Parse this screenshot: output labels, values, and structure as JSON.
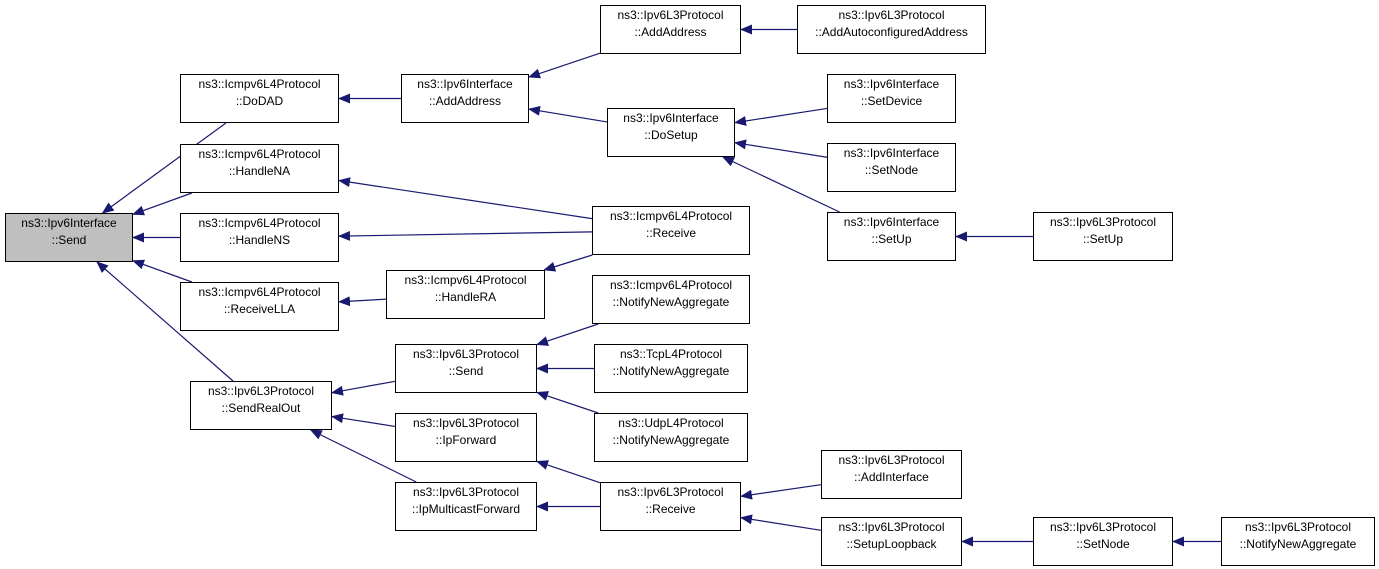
{
  "colors": {
    "edge": "#191970",
    "highlight_fill": "#bfbfbf",
    "node_border": "#000000"
  },
  "nodes": [
    {
      "id": "ipv6if_send",
      "line1": "ns3::Ipv6Interface",
      "line2": "::Send",
      "highlight": true
    },
    {
      "id": "icmp_dodad",
      "line1": "ns3::Icmpv6L4Protocol",
      "line2": "::DoDAD"
    },
    {
      "id": "icmp_handlena",
      "line1": "ns3::Icmpv6L4Protocol",
      "line2": "::HandleNA"
    },
    {
      "id": "icmp_handlens",
      "line1": "ns3::Icmpv6L4Protocol",
      "line2": "::HandleNS"
    },
    {
      "id": "icmp_receivella",
      "line1": "ns3::Icmpv6L4Protocol",
      "line2": "::ReceiveLLA"
    },
    {
      "id": "l3_sendrealout",
      "line1": "ns3::Ipv6L3Protocol",
      "line2": "::SendRealOut"
    },
    {
      "id": "ipv6if_addaddress",
      "line1": "ns3::Ipv6Interface",
      "line2": "::AddAddress"
    },
    {
      "id": "icmp_handlera",
      "line1": "ns3::Icmpv6L4Protocol",
      "line2": "::HandleRA"
    },
    {
      "id": "l3_send",
      "line1": "ns3::Ipv6L3Protocol",
      "line2": "::Send"
    },
    {
      "id": "l3_ipforward",
      "line1": "ns3::Ipv6L3Protocol",
      "line2": "::IpForward"
    },
    {
      "id": "l3_ipmulticastforward",
      "line1": "ns3::Ipv6L3Protocol",
      "line2": "::IpMulticastForward"
    },
    {
      "id": "l3_addaddress",
      "line1": "ns3::Ipv6L3Protocol",
      "line2": "::AddAddress"
    },
    {
      "id": "ipv6if_dosetup",
      "line1": "ns3::Ipv6Interface",
      "line2": "::DoSetup"
    },
    {
      "id": "icmp_receive",
      "line1": "ns3::Icmpv6L4Protocol",
      "line2": "::Receive"
    },
    {
      "id": "icmp_notify",
      "line1": "ns3::Icmpv6L4Protocol",
      "line2": "::NotifyNewAggregate"
    },
    {
      "id": "tcp_notify",
      "line1": "ns3::TcpL4Protocol",
      "line2": "::NotifyNewAggregate"
    },
    {
      "id": "udp_notify",
      "line1": "ns3::UdpL4Protocol",
      "line2": "::NotifyNewAggregate"
    },
    {
      "id": "l3_receive",
      "line1": "ns3::Ipv6L3Protocol",
      "line2": "::Receive"
    },
    {
      "id": "l3_addautoconf",
      "line1": "ns3::Ipv6L3Protocol",
      "line2": "::AddAutoconfiguredAddress"
    },
    {
      "id": "ipv6if_setdevice",
      "line1": "ns3::Ipv6Interface",
      "line2": "::SetDevice"
    },
    {
      "id": "ipv6if_setnode",
      "line1": "ns3::Ipv6Interface",
      "line2": "::SetNode"
    },
    {
      "id": "ipv6if_setup",
      "line1": "ns3::Ipv6Interface",
      "line2": "::SetUp"
    },
    {
      "id": "l3_addinterface",
      "line1": "ns3::Ipv6L3Protocol",
      "line2": "::AddInterface"
    },
    {
      "id": "l3_setuploopback",
      "line1": "ns3::Ipv6L3Protocol",
      "line2": "::SetupLoopback"
    },
    {
      "id": "l3_setup",
      "line1": "ns3::Ipv6L3Protocol",
      "line2": "::SetUp"
    },
    {
      "id": "l3_setnode",
      "line1": "ns3::Ipv6L3Protocol",
      "line2": "::SetNode"
    },
    {
      "id": "l3_notify",
      "line1": "ns3::Ipv6L3Protocol",
      "line2": "::NotifyNewAggregate"
    }
  ],
  "edges": [
    {
      "from": "icmp_dodad",
      "to": "ipv6if_send"
    },
    {
      "from": "icmp_handlena",
      "to": "ipv6if_send"
    },
    {
      "from": "icmp_handlens",
      "to": "ipv6if_send"
    },
    {
      "from": "icmp_receivella",
      "to": "ipv6if_send"
    },
    {
      "from": "l3_sendrealout",
      "to": "ipv6if_send"
    },
    {
      "from": "ipv6if_addaddress",
      "to": "icmp_dodad"
    },
    {
      "from": "icmp_receive",
      "to": "icmp_handlena"
    },
    {
      "from": "icmp_receive",
      "to": "icmp_handlens"
    },
    {
      "from": "icmp_handlera",
      "to": "icmp_receivella"
    },
    {
      "from": "l3_send",
      "to": "l3_sendrealout"
    },
    {
      "from": "l3_ipforward",
      "to": "l3_sendrealout"
    },
    {
      "from": "l3_ipmulticastforward",
      "to": "l3_sendrealout"
    },
    {
      "from": "l3_addaddress",
      "to": "ipv6if_addaddress"
    },
    {
      "from": "ipv6if_dosetup",
      "to": "ipv6if_addaddress"
    },
    {
      "from": "icmp_receive",
      "to": "icmp_handlera"
    },
    {
      "from": "icmp_notify",
      "to": "l3_send"
    },
    {
      "from": "tcp_notify",
      "to": "l3_send"
    },
    {
      "from": "udp_notify",
      "to": "l3_send"
    },
    {
      "from": "l3_receive",
      "to": "l3_ipforward"
    },
    {
      "from": "l3_receive",
      "to": "l3_ipmulticastforward"
    },
    {
      "from": "l3_addautoconf",
      "to": "l3_addaddress"
    },
    {
      "from": "ipv6if_setdevice",
      "to": "ipv6if_dosetup"
    },
    {
      "from": "ipv6if_setnode",
      "to": "ipv6if_dosetup"
    },
    {
      "from": "ipv6if_setup",
      "to": "ipv6if_dosetup"
    },
    {
      "from": "l3_addinterface",
      "to": "l3_receive"
    },
    {
      "from": "l3_setuploopback",
      "to": "l3_receive"
    },
    {
      "from": "l3_setup",
      "to": "ipv6if_setup"
    },
    {
      "from": "l3_setnode",
      "to": "l3_setuploopback"
    },
    {
      "from": "l3_notify",
      "to": "l3_setnode"
    }
  ]
}
